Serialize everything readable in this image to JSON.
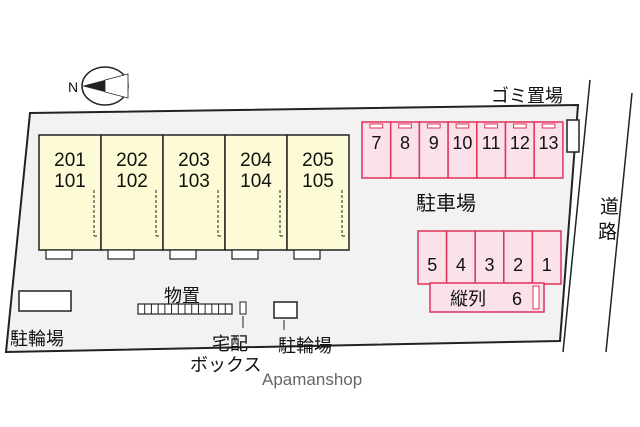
{
  "compass": {
    "north_label": "N"
  },
  "units": [
    {
      "upper": "201",
      "lower": "101"
    },
    {
      "upper": "202",
      "lower": "102"
    },
    {
      "upper": "203",
      "lower": "103"
    },
    {
      "upper": "204",
      "lower": "104"
    },
    {
      "upper": "205",
      "lower": "105"
    }
  ],
  "labels": {
    "garbage": "ゴミ置場",
    "parking": "駐車場",
    "road": "道路",
    "storage": "物置",
    "bike_parking_left": "駐輪場",
    "bike_parking_right": "駐輪場",
    "delivery_box_line1": "宅配",
    "delivery_box_line2": "ボックス",
    "tandem": "縦列",
    "tandem_number": "6",
    "watermark": "Apamanshop"
  },
  "parking_top_row": [
    "7",
    "8",
    "9",
    "10",
    "11",
    "12",
    "13"
  ],
  "parking_lower_row": [
    "5",
    "4",
    "3",
    "2",
    "1"
  ],
  "colors": {
    "building_fill": "#fdfbd6",
    "parking_fill": "#fbe2ea",
    "parking_stroke": "#e0335a",
    "lot_fill": "#f2f2f2"
  }
}
